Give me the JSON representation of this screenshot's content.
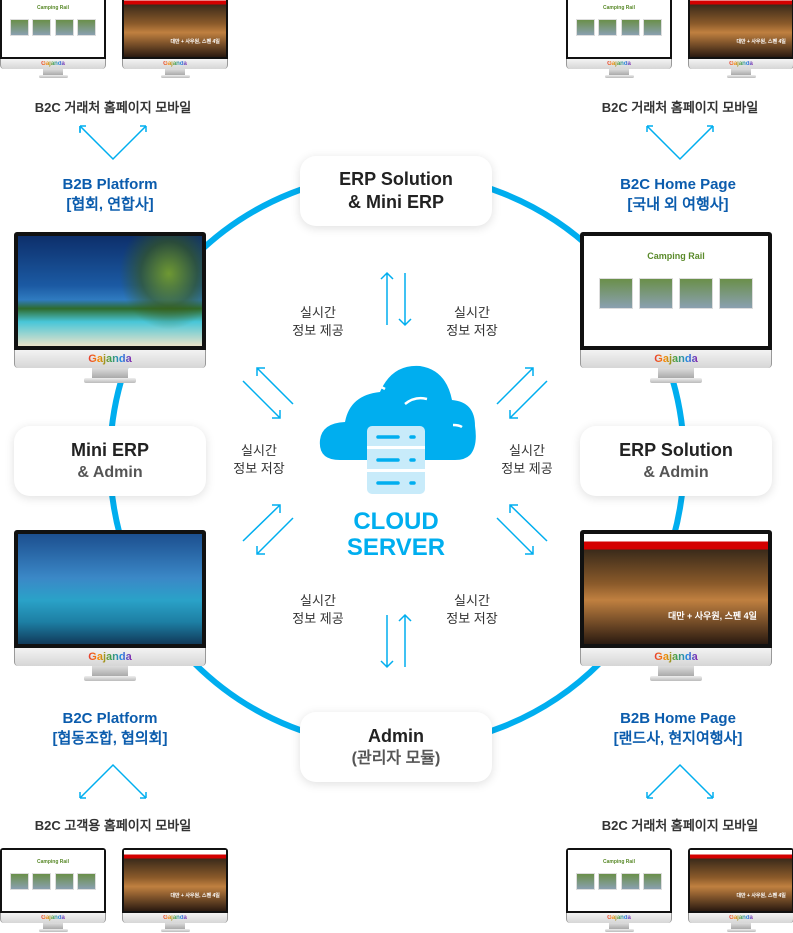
{
  "colors": {
    "accent": "#00aeef",
    "label_blue": "#0b5cad",
    "text": "#333333"
  },
  "center": {
    "icon": "cloud-server-icon",
    "line1": "CLOUD",
    "line2": "SERVER"
  },
  "nodes": {
    "top": {
      "line1": "ERP Solution",
      "line2": "& Mini ERP"
    },
    "left": {
      "line1": "Mini ERP",
      "line2": "& Admin"
    },
    "right": {
      "line1": "ERP Solution",
      "line2": "& Admin"
    },
    "bottom": {
      "line1": "Admin",
      "line2": "(관리자 모듈)"
    }
  },
  "platforms": {
    "top_left": {
      "title": "B2B Platform",
      "subtitle": "[협회, 연합사]",
      "mobile": "B2C 거래처 홈페이지 모바일"
    },
    "top_right": {
      "title": "B2C Home Page",
      "subtitle": "[국내 외 여행사]",
      "mobile": "B2C 거래처 홈페이지 모바일"
    },
    "bottom_left": {
      "title": "B2C Platform",
      "subtitle": "[협동조합, 협의회]",
      "mobile": "B2C 고객용 홈페이지 모바일"
    },
    "bottom_right": {
      "title": "B2B Home Page",
      "subtitle": "[랜드사, 현지여행사]",
      "mobile": "B2C 거래처 홈페이지 모바일"
    }
  },
  "flows": {
    "top_left": {
      "l1": "실시간",
      "l2": "정보 제공"
    },
    "top_right": {
      "l1": "실시간",
      "l2": "정보 저장"
    },
    "left": {
      "l1": "실시간",
      "l2": "정보 저장"
    },
    "right": {
      "l1": "실시간",
      "l2": "정보 제공"
    },
    "bottom_left": {
      "l1": "실시간",
      "l2": "정보 제공"
    },
    "bottom_right": {
      "l1": "실시간",
      "l2": "정보 저장"
    }
  },
  "monitor": {
    "brand_logo": "Gajanda",
    "camping_title": "Camping Rail",
    "city_caption": "대만 + 사우원, 스펜 4일"
  }
}
